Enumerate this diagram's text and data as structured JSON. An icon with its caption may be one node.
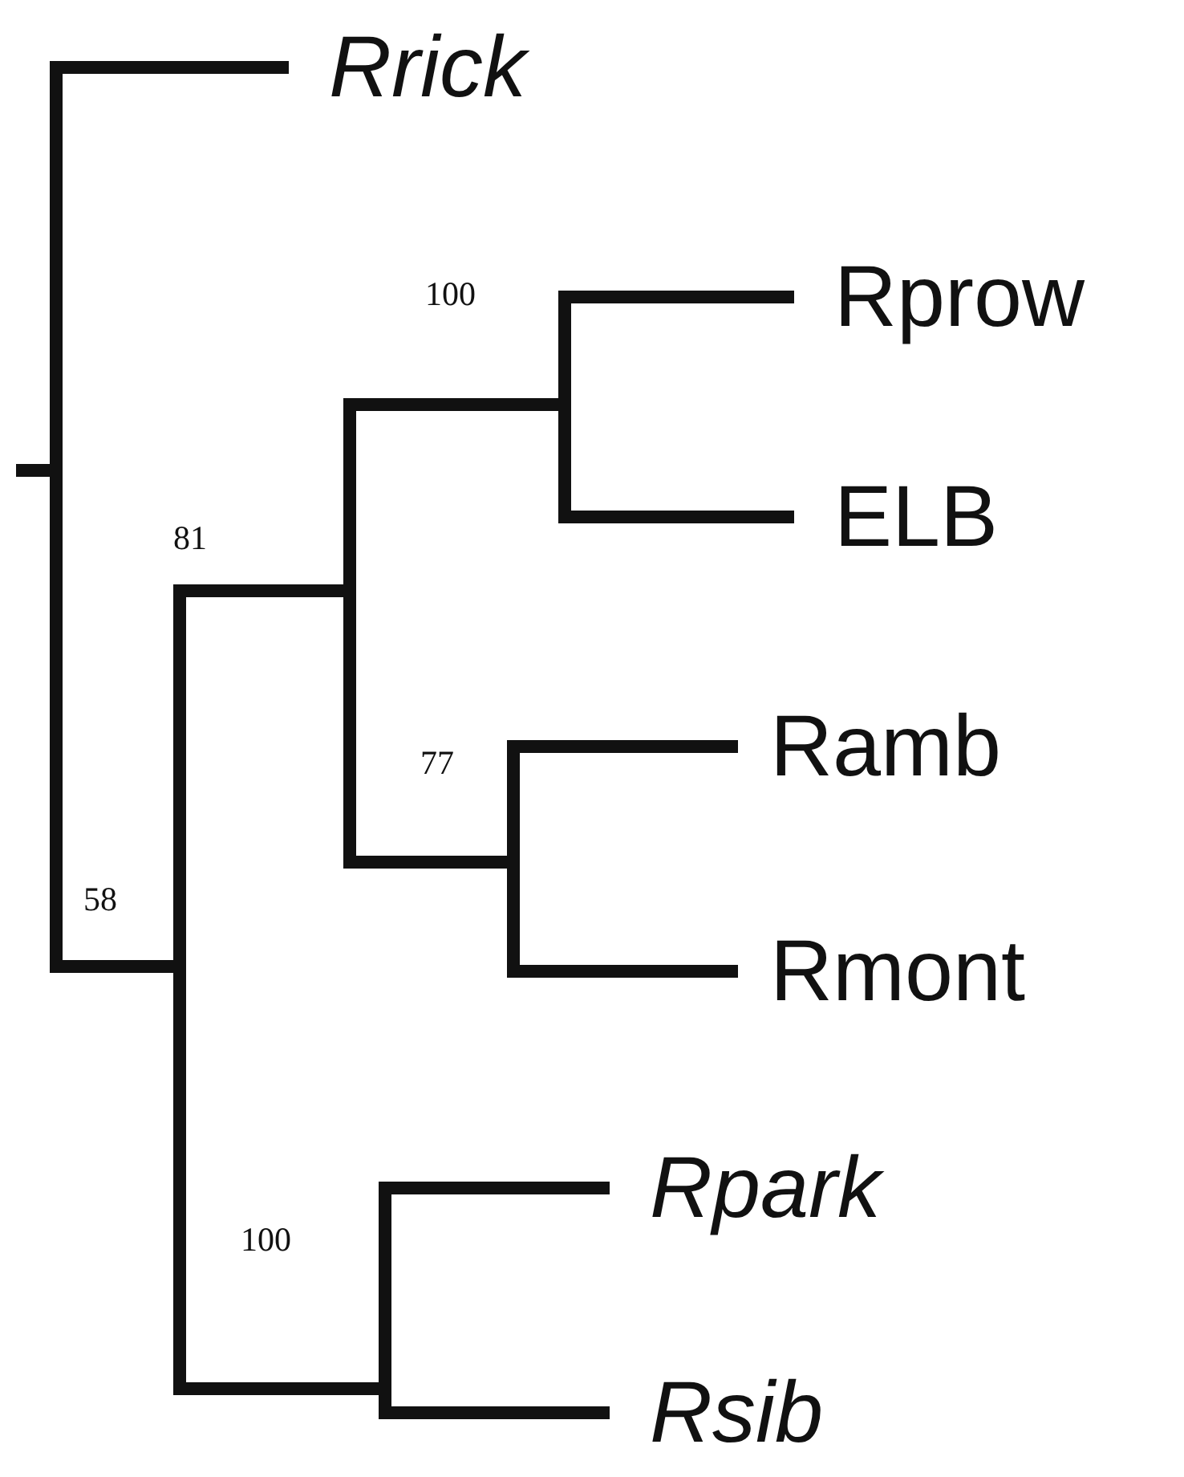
{
  "diagram": {
    "labels": [
      "Rrick",
      "100",
      "Rprow",
      "ELB",
      "81",
      "77",
      "Ramb",
      "58",
      "Rmont",
      "Rpark",
      "100",
      "Rsib"
    ]
  }
}
